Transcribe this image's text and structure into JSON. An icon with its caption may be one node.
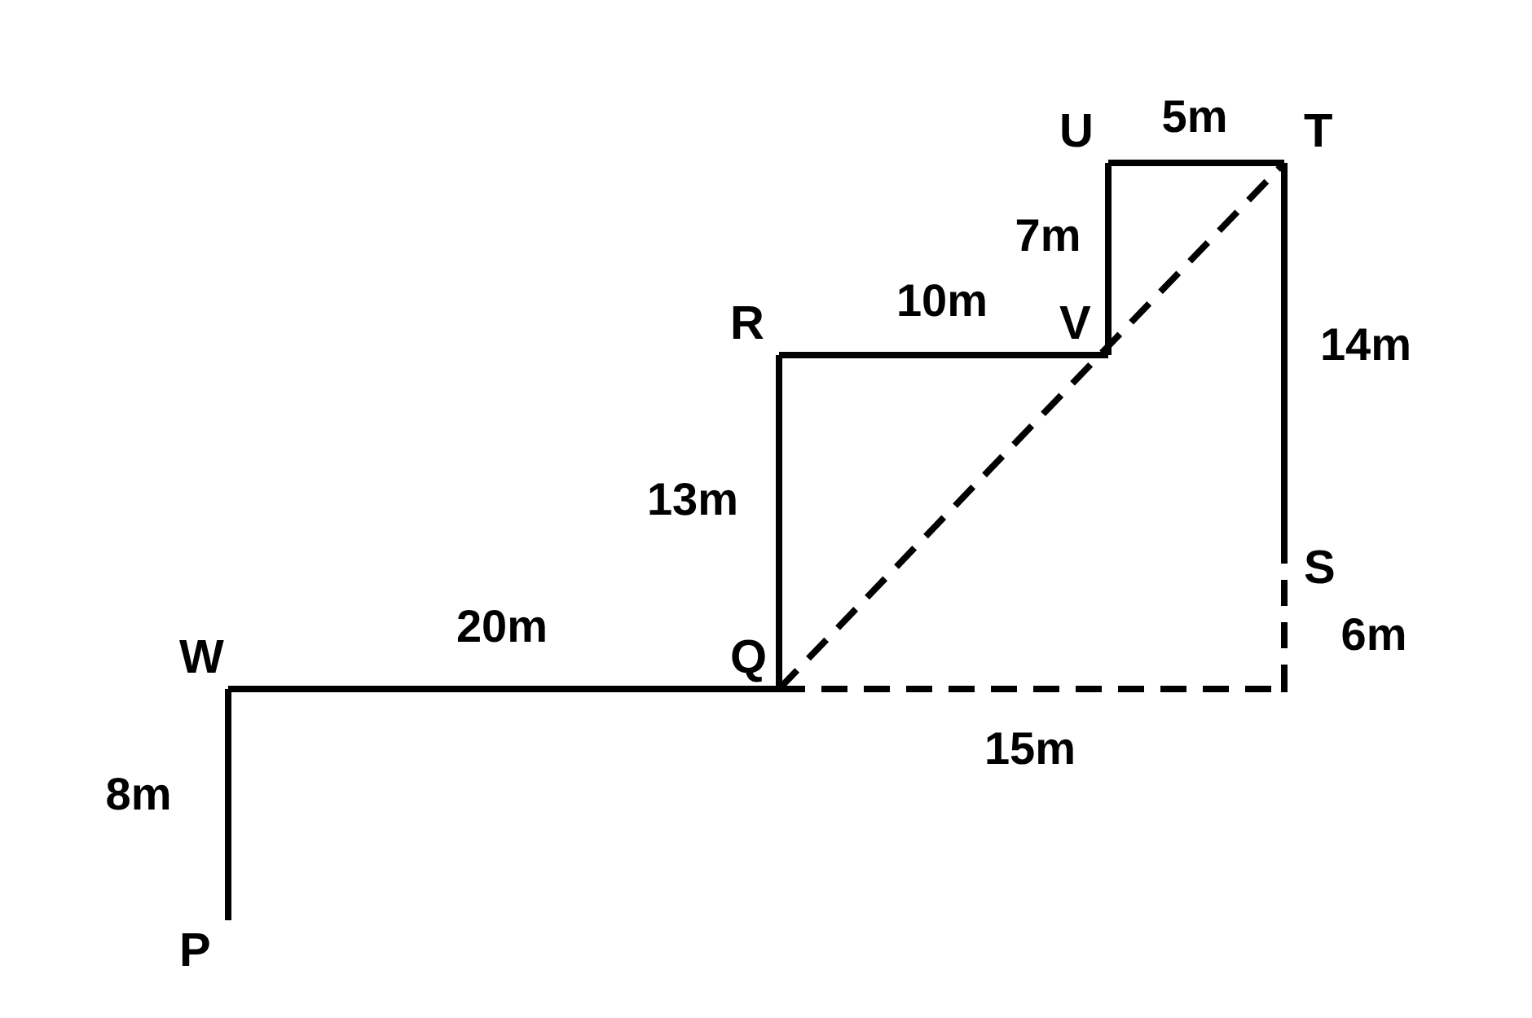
{
  "diagram": {
    "nodes": [
      {
        "text": [
          "U"
        ]
      },
      {
        "text": [
          "T"
        ]
      },
      {
        "text": [
          "R"
        ]
      },
      {
        "text": [
          "V"
        ]
      },
      {
        "text": [
          "S"
        ]
      },
      {
        "text": [
          "W"
        ]
      },
      {
        "text": [
          "Q"
        ]
      },
      {
        "text": [],
        "shape": "point"
      },
      {
        "text": [
          "P"
        ]
      }
    ],
    "edges": [
      {
        "from": 8,
        "to": 5,
        "arrow": "none",
        "label": "8m"
      },
      {
        "from": 5,
        "to": 6,
        "arrow": "none",
        "label": "20m"
      },
      {
        "from": 6,
        "to": 2,
        "arrow": "none",
        "label": "13m"
      },
      {
        "from": 2,
        "to": 3,
        "arrow": "none",
        "label": "10m"
      },
      {
        "from": 3,
        "to": 0,
        "arrow": "none",
        "label": "7m"
      },
      {
        "from": 0,
        "to": 1,
        "arrow": "none",
        "label": "5m"
      },
      {
        "from": 1,
        "to": 4,
        "arrow": "none",
        "label": "14m"
      },
      {
        "from": 4,
        "to": 7,
        "arrow": "none",
        "label": "6m",
        "style": "dashed"
      },
      {
        "from": 6,
        "to": 7,
        "arrow": "none",
        "label": "15m",
        "style": "dashed"
      },
      {
        "from": 6,
        "to": 1,
        "arrow": "none",
        "style": "dashed"
      }
    ]
  }
}
